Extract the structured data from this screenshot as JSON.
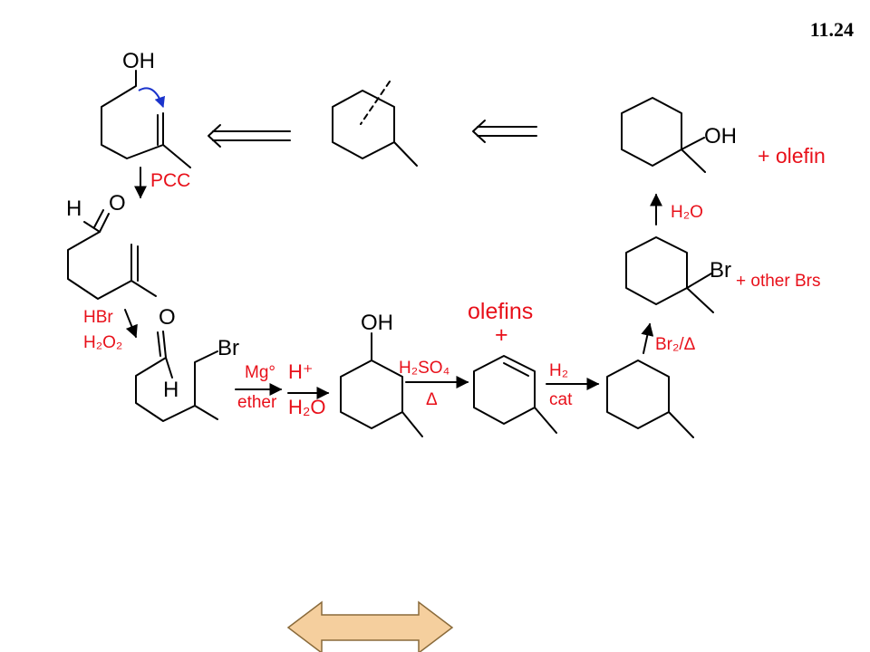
{
  "slide": {
    "number": "11.24"
  },
  "labels": {
    "oh_start": "OH",
    "pcc": "PCC",
    "h_aldehyde": "H",
    "o_aldehyde": "O",
    "hbr": "HBr",
    "h2o2": "H₂O₂",
    "o_bromo": "O",
    "h_bromo": "H",
    "br_chain": "Br",
    "mg": "Mg°",
    "ether": "ether",
    "h_plus": "H⁺",
    "h2o_workup": "H₂O",
    "oh_ring": "OH",
    "h2so4": "H₂SO₄",
    "delta": "Δ",
    "olefins": "olefins",
    "plus": "+",
    "h2": "H₂",
    "cat": "cat",
    "br2_heat": "Br₂/Δ",
    "br_ring": "Br",
    "other_brs": "+ other Brs",
    "h2o_hydration": "H₂O",
    "oh_final": "OH",
    "plus_olefin": "+ olefin"
  },
  "colors": {
    "reagent": "#e8101a",
    "curved_arrow": "#1a33cc",
    "nav_arrow_fill": "#f5cf9e",
    "nav_arrow_stroke": "#8a6a3a"
  }
}
